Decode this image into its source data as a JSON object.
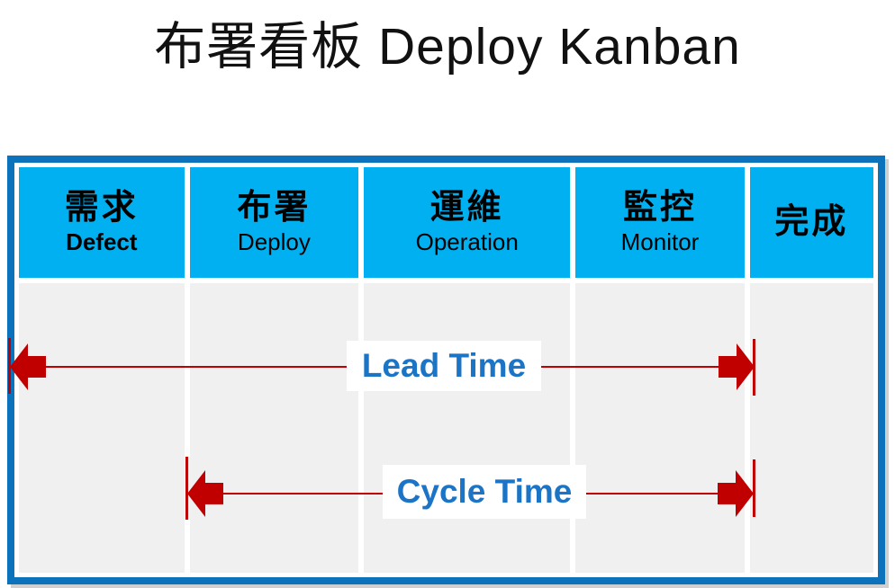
{
  "title": "布署看板 Deploy Kanban",
  "board": {
    "columns": [
      {
        "zh": "需求",
        "en": "Defect"
      },
      {
        "zh": "布署",
        "en": "Deploy"
      },
      {
        "zh": "運維",
        "en": "Operation"
      },
      {
        "zh": "監控",
        "en": "Monitor"
      },
      {
        "zh": "完成",
        "en": ""
      }
    ]
  },
  "annotations": {
    "lead_time": {
      "label": "Lead Time"
    },
    "cycle_time": {
      "label": "Cycle Time"
    }
  },
  "colors": {
    "header_bg": "#00B0F0",
    "table_border": "#0C72BC",
    "body_cell_bg": "#F0F0F0",
    "arrow_red": "#C00000",
    "label_blue": "#1B74C5",
    "title_text": "#111111",
    "header_text": "#000000"
  }
}
